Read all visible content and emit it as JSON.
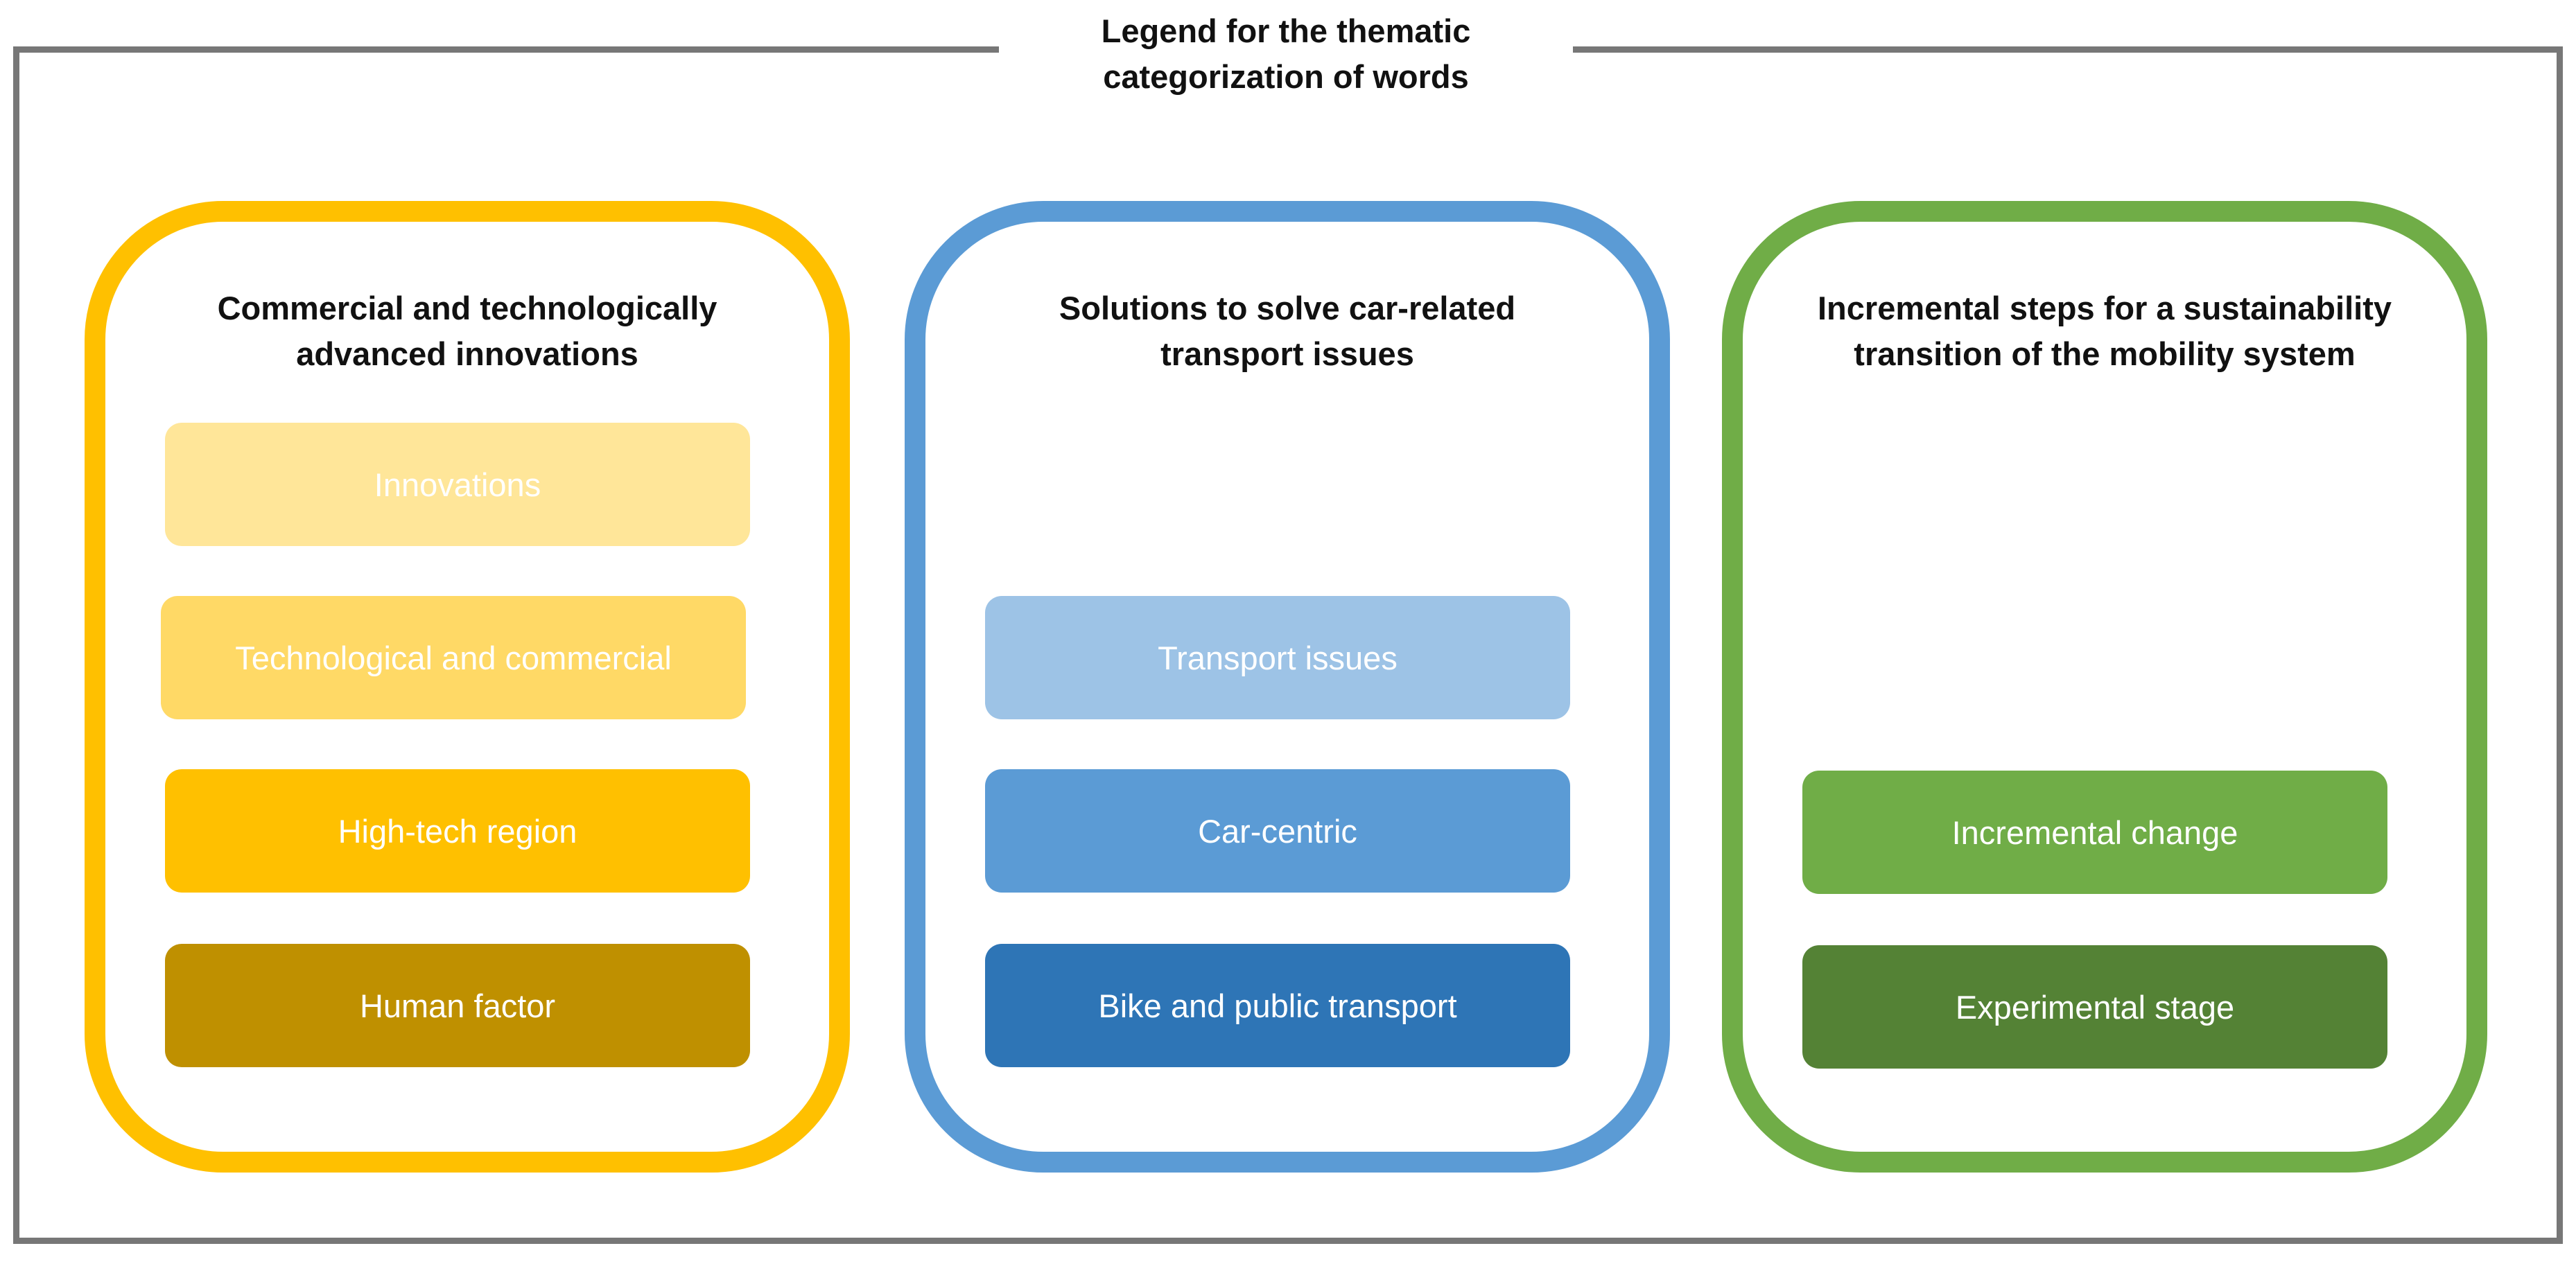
{
  "legend": {
    "title_line1": "Legend for the thematic",
    "title_line2": "categorization of words"
  },
  "groups": [
    {
      "title_line1": "Commercial and technologically",
      "title_line2": "advanced innovations",
      "border_color": "#FFC000",
      "categories": [
        {
          "label": "Innovations",
          "color": "#FFE699"
        },
        {
          "label": "Technological and commercial",
          "color": "#FFD966"
        },
        {
          "label": "High-tech region",
          "color": "#FFC000"
        },
        {
          "label": "Human factor",
          "color": "#BF9000"
        }
      ]
    },
    {
      "title_line1": "Solutions to solve car-related",
      "title_line2": "transport  issues",
      "border_color": "#5B9BD5",
      "categories": [
        {
          "label": "Transport issues",
          "color": "#9DC3E6"
        },
        {
          "label": "Car-centric",
          "color": "#5B9BD5"
        },
        {
          "label": "Bike and public transport",
          "color": "#2E75B6"
        }
      ]
    },
    {
      "title_line1": "Incremental steps for a sustainability",
      "title_line2": "transition of the mobility system",
      "border_color": "#70AD47",
      "categories": [
        {
          "label": "Incremental change",
          "color": "#70AD47"
        },
        {
          "label": "Experimental stage",
          "color": "#548235"
        }
      ]
    }
  ]
}
